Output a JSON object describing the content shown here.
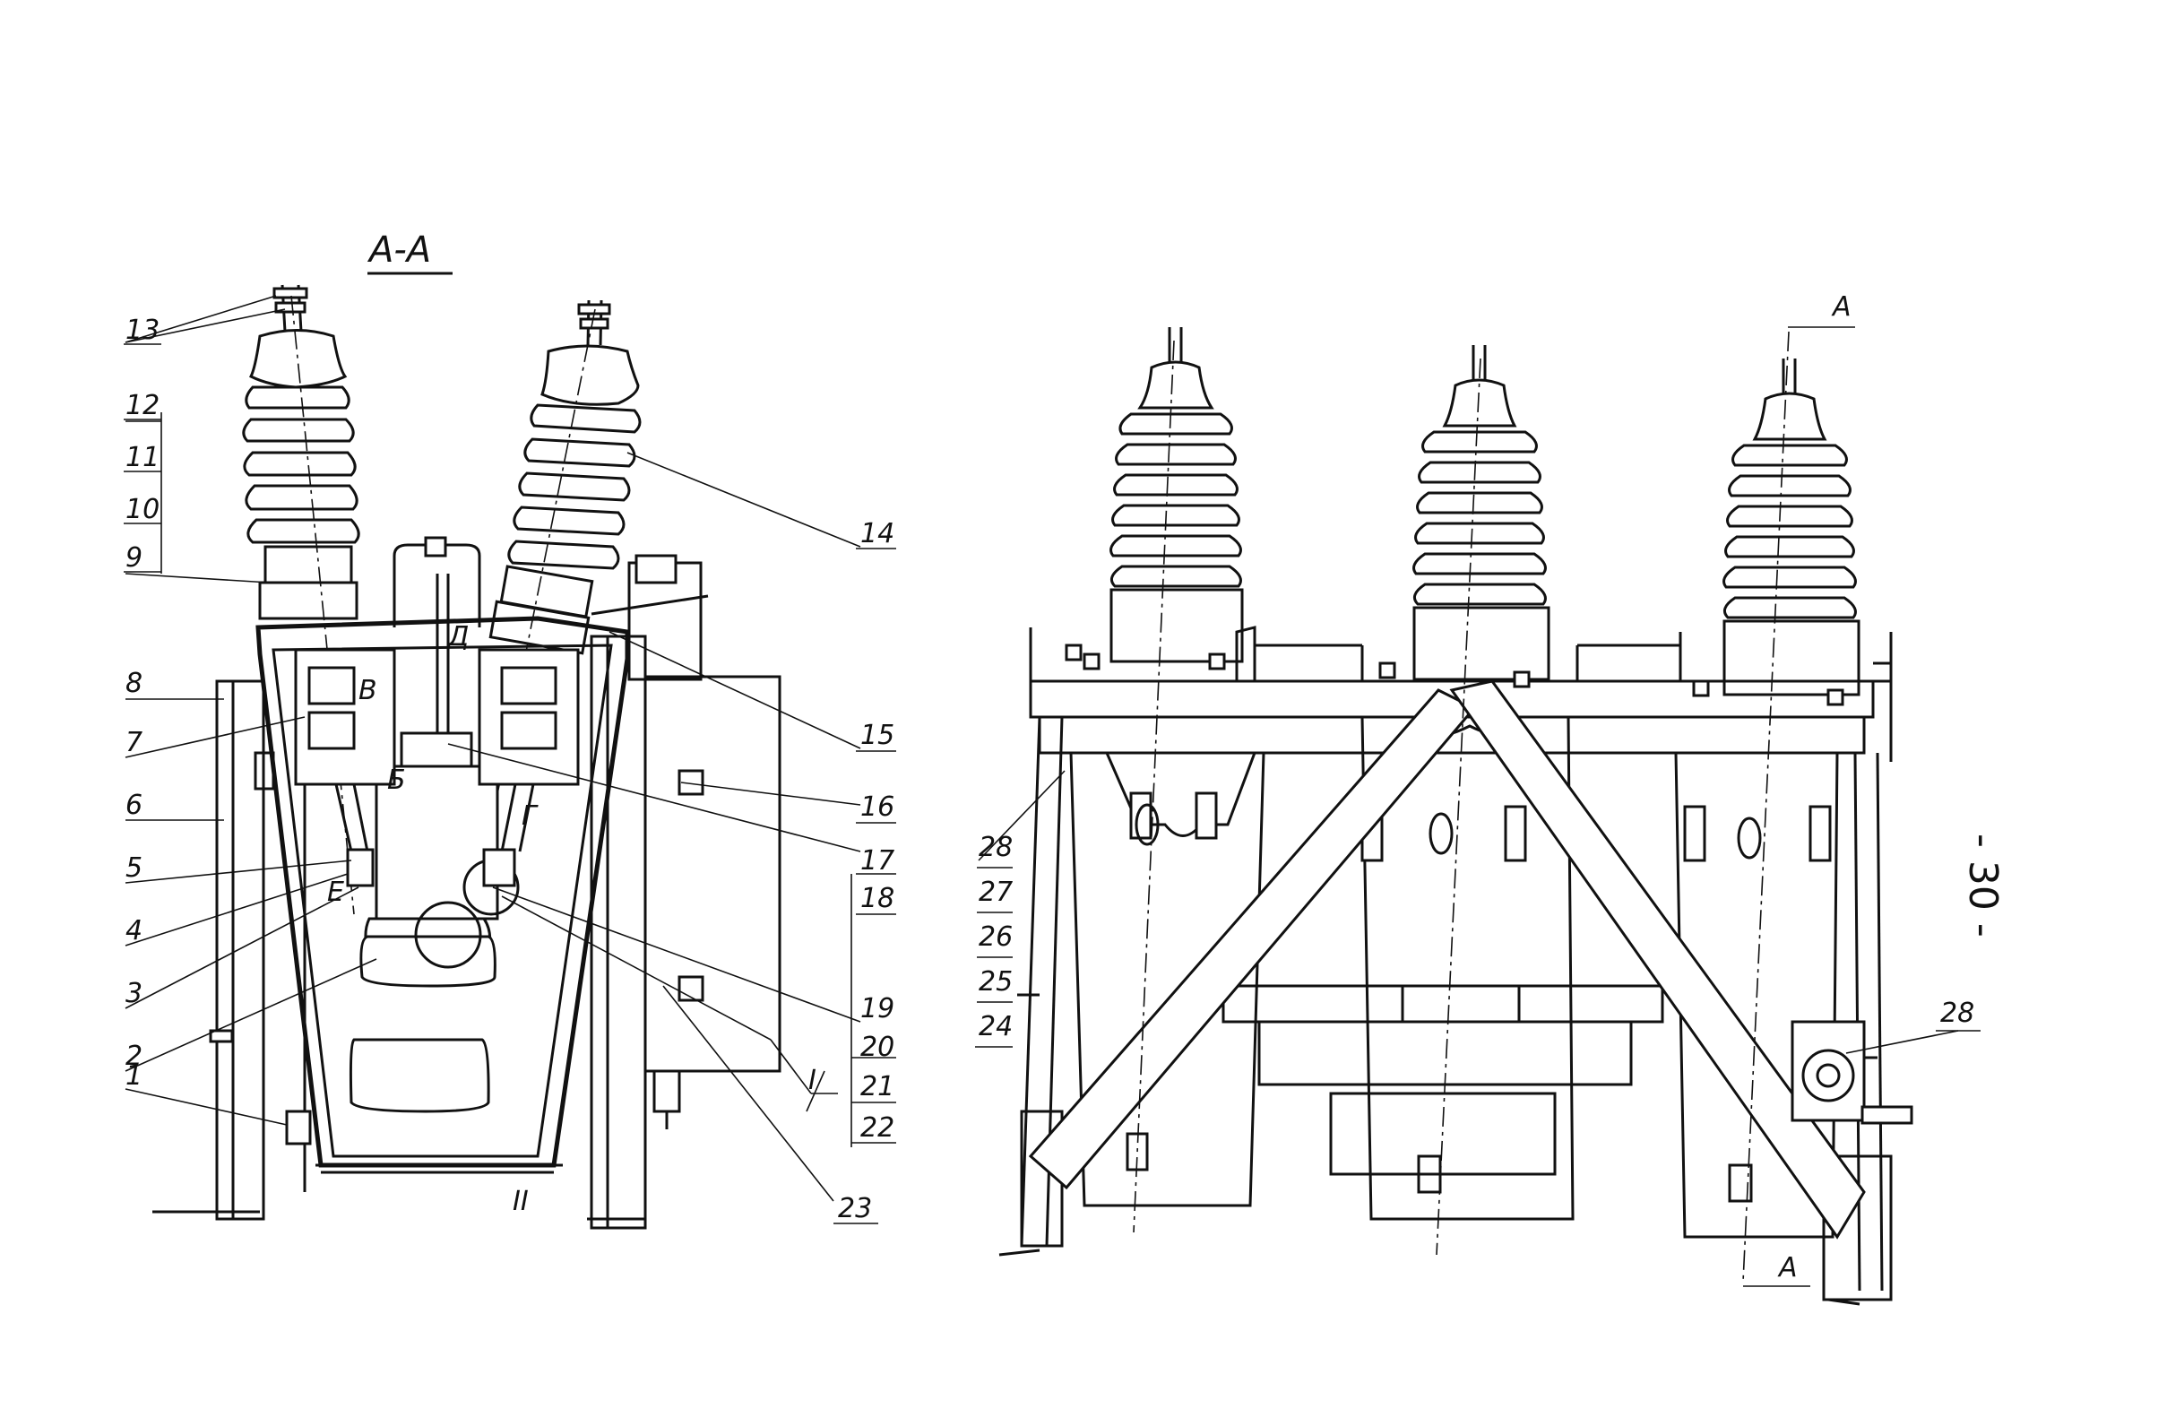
{
  "section_title": "А-А",
  "page_number": "- 30 -",
  "section_marks": {
    "top": "А",
    "bottom": "А"
  },
  "callouts_left": [
    "13",
    "12",
    "11",
    "10",
    "9",
    "8",
    "7",
    "6",
    "5",
    "4",
    "3",
    "2",
    "1"
  ],
  "callouts_right": [
    "14",
    "15",
    "16",
    "17",
    "18",
    "19",
    "20",
    "21",
    "22",
    "23"
  ],
  "callouts_front": [
    "28",
    "27",
    "26",
    "25",
    "24"
  ],
  "callout_front_right": "28",
  "view_markers": {
    "roman_one": "I",
    "roman_two": "II",
    "letter_b": "Б",
    "letter_v": "В",
    "letter_g": "Г",
    "letter_d": "Д",
    "letter_e": "Е"
  }
}
